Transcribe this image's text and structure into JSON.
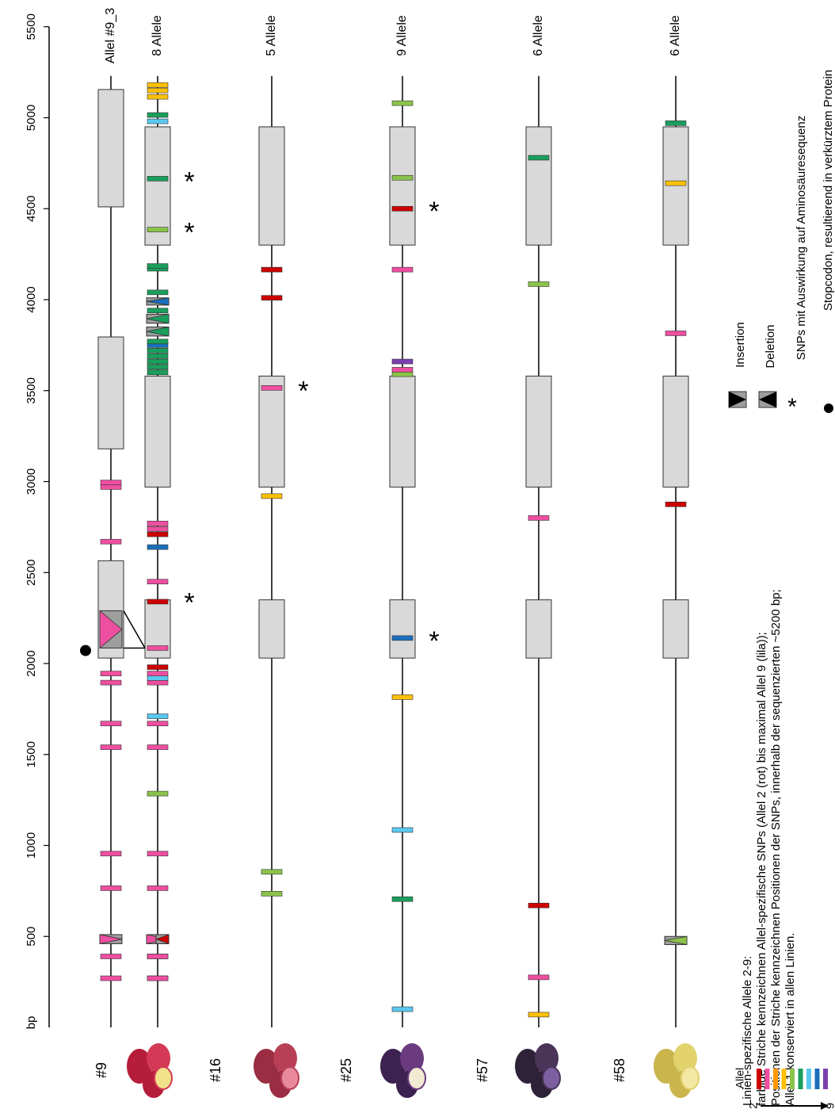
{
  "chart_data": {
    "type": "scatter",
    "ylabel": "bp",
    "y_ticks": [
      500,
      1000,
      1500,
      2000,
      2500,
      3000,
      3500,
      4000,
      4500,
      5000,
      5500
    ],
    "ylim": [
      0,
      5500
    ],
    "tracks": [
      {
        "id": "t9_3",
        "label": "Allel #9_3",
        "line_line": "",
        "line_end": 5230,
        "row_label": "",
        "boxes": [
          [
            2030,
            2565
          ],
          [
            3180,
            3795
          ],
          [
            4510,
            5155
          ]
        ],
        "insertions": [
          {
            "start": 2085,
            "end": 2290,
            "color": "#ee4fa0"
          },
          {
            "start": 460,
            "end": 510,
            "color": "#ee4fa0"
          }
        ],
        "deletions": [],
        "stop": [
          2115
        ],
        "snps": [
          {
            "pos": 270,
            "c": "#ee4fa0"
          },
          {
            "pos": 390,
            "c": "#ee4fa0"
          },
          {
            "pos": 765,
            "c": "#ee4fa0"
          },
          {
            "pos": 955,
            "c": "#ee4fa0"
          },
          {
            "pos": 1540,
            "c": "#ee4fa0"
          },
          {
            "pos": 1670,
            "c": "#ee4fa0"
          },
          {
            "pos": 1895,
            "c": "#ee4fa0"
          },
          {
            "pos": 1945,
            "c": "#ee4fa0"
          },
          {
            "pos": 2670,
            "c": "#ee4fa0"
          },
          {
            "pos": 2970,
            "c": "#ee4fa0"
          },
          {
            "pos": 2995,
            "c": "#ee4fa0"
          }
        ],
        "stars": []
      },
      {
        "id": "t9",
        "label": "8 Allele",
        "line_end": 5230,
        "row_label": "#9",
        "boxes": [
          [
            2030,
            2350
          ],
          [
            2970,
            3580
          ],
          [
            4300,
            4950
          ]
        ],
        "insertions": [
          {
            "start": 460,
            "end": 510,
            "color": "#ee4fa0"
          }
        ],
        "deletions": [
          {
            "start": 460,
            "end": 510,
            "color": "#cc0000"
          },
          {
            "start": 3970,
            "end": 4010,
            "color": "#1a6fbd"
          },
          {
            "start": 3870,
            "end": 3920,
            "color": "#1a9e5c"
          },
          {
            "start": 3800,
            "end": 3850,
            "color": "#1a9e5c"
          }
        ],
        "stop": [],
        "snps": [
          {
            "pos": 270,
            "c": "#cc0000"
          },
          {
            "pos": 270,
            "c": "#ee4fa0"
          },
          {
            "pos": 390,
            "c": "#cc0000"
          },
          {
            "pos": 390,
            "c": "#ee4fa0"
          },
          {
            "pos": 765,
            "c": "#ee4fa0"
          },
          {
            "pos": 955,
            "c": "#ee4fa0"
          },
          {
            "pos": 1285,
            "c": "#8bc34a"
          },
          {
            "pos": 1540,
            "c": "#ee4fa0"
          },
          {
            "pos": 1670,
            "c": "#ee4fa0"
          },
          {
            "pos": 1710,
            "c": "#5bc8f0"
          },
          {
            "pos": 1895,
            "c": "#ee4fa0"
          },
          {
            "pos": 1920,
            "c": "#5bc8f0"
          },
          {
            "pos": 1945,
            "c": "#ee4fa0"
          },
          {
            "pos": 1980,
            "c": "#cc0000"
          },
          {
            "pos": 2085,
            "c": "#ee4fa0"
          },
          {
            "pos": 2340,
            "c": "#cc0000"
          },
          {
            "pos": 2450,
            "c": "#ee4fa0"
          },
          {
            "pos": 2640,
            "c": "#1a6fbd"
          },
          {
            "pos": 2710,
            "c": "#cc0000"
          },
          {
            "pos": 2740,
            "c": "#ee4fa0"
          },
          {
            "pos": 2770,
            "c": "#ee4fa0"
          },
          {
            "pos": 3600,
            "c": "#1a9e5c"
          },
          {
            "pos": 3630,
            "c": "#1a9e5c"
          },
          {
            "pos": 3660,
            "c": "#1a9e5c"
          },
          {
            "pos": 3690,
            "c": "#1a9e5c"
          },
          {
            "pos": 3720,
            "c": "#1a9e5c"
          },
          {
            "pos": 3750,
            "c": "#1a6fbd"
          },
          {
            "pos": 3770,
            "c": "#1a9e5c"
          },
          {
            "pos": 3940,
            "c": "#1a9e5c"
          },
          {
            "pos": 4040,
            "c": "#1a9e5c"
          },
          {
            "pos": 4170,
            "c": "#1a9e5c"
          },
          {
            "pos": 4185,
            "c": "#1a9e5c"
          },
          {
            "pos": 4385,
            "c": "#8bc34a"
          },
          {
            "pos": 4665,
            "c": "#1a9e5c"
          },
          {
            "pos": 4980,
            "c": "#5bc8f0"
          },
          {
            "pos": 5015,
            "c": "#1a9e5c"
          },
          {
            "pos": 5115,
            "c": "#ffc107"
          },
          {
            "pos": 5150,
            "c": "#ffc107"
          },
          {
            "pos": 5180,
            "c": "#ffc107"
          }
        ],
        "stars": [
          2350,
          4385,
          4665
        ]
      },
      {
        "id": "t16",
        "label": "5 Allele",
        "line_end": 5230,
        "row_label": "#16",
        "boxes": [
          [
            2030,
            2350
          ],
          [
            2970,
            3580
          ],
          [
            4300,
            4950
          ]
        ],
        "insertions": [],
        "deletions": [],
        "stop": [],
        "snps": [
          {
            "pos": 735,
            "c": "#8bc34a"
          },
          {
            "pos": 855,
            "c": "#8bc34a"
          },
          {
            "pos": 2920,
            "c": "#ffc107"
          },
          {
            "pos": 3515,
            "c": "#ee4fa0"
          },
          {
            "pos": 4010,
            "c": "#cc0000"
          },
          {
            "pos": 4165,
            "c": "#cc0000"
          }
        ],
        "stars": [
          3515
        ]
      },
      {
        "id": "t25",
        "label": "9 Allele",
        "line_end": 5230,
        "row_label": "#25",
        "boxes": [
          [
            2030,
            2350
          ],
          [
            2970,
            3580
          ],
          [
            4300,
            4950
          ]
        ],
        "insertions": [],
        "deletions": [],
        "stop": [],
        "snps": [
          {
            "pos": 100,
            "c": "#5bc8f0"
          },
          {
            "pos": 705,
            "c": "#1a9e5c"
          },
          {
            "pos": 1085,
            "c": "#5bc8f0"
          },
          {
            "pos": 1815,
            "c": "#ffc107"
          },
          {
            "pos": 2140,
            "c": "#1a6fbd"
          },
          {
            "pos": 3590,
            "c": "#8bc34a"
          },
          {
            "pos": 3615,
            "c": "#ee4fa0"
          },
          {
            "pos": 3660,
            "c": "#7b3fb0"
          },
          {
            "pos": 4165,
            "c": "#ee4fa0"
          },
          {
            "pos": 4500,
            "c": "#cc0000"
          },
          {
            "pos": 4670,
            "c": "#8bc34a"
          },
          {
            "pos": 5080,
            "c": "#8bc34a"
          }
        ],
        "stars": [
          2140,
          4500
        ]
      },
      {
        "id": "t57",
        "label": "6 Allele",
        "line_end": 5230,
        "row_label": "#57",
        "boxes": [
          [
            2030,
            2350
          ],
          [
            2970,
            3580
          ],
          [
            4300,
            4950
          ]
        ],
        "insertions": [],
        "deletions": [],
        "stop": [],
        "snps": [
          {
            "pos": 70,
            "c": "#ffc107"
          },
          {
            "pos": 275,
            "c": "#ee4fa0"
          },
          {
            "pos": 670,
            "c": "#cc0000"
          },
          {
            "pos": 2800,
            "c": "#ee4fa0"
          },
          {
            "pos": 4085,
            "c": "#8bc34a"
          },
          {
            "pos": 4780,
            "c": "#1a9e5c"
          }
        ],
        "stars": []
      },
      {
        "id": "t58",
        "label": "6 Allele",
        "line_end": 5230,
        "row_label": "#58",
        "boxes": [
          [
            2030,
            2350
          ],
          [
            2970,
            3580
          ],
          [
            4300,
            4950
          ]
        ],
        "insertions": [],
        "deletions": [
          {
            "start": 455,
            "end": 500,
            "color": "#8bc34a"
          }
        ],
        "stop": [],
        "snps": [
          {
            "pos": 2875,
            "c": "#cc0000"
          },
          {
            "pos": 3815,
            "c": "#ee4fa0"
          },
          {
            "pos": 4640,
            "c": "#ffc107"
          },
          {
            "pos": 4970,
            "c": "#1a9e5c"
          }
        ],
        "stars": []
      }
    ],
    "allele_gradient": {
      "label": "Allel",
      "from": "2",
      "to": "9",
      "colors": [
        "#cc0000",
        "#ee4fa0",
        "#ff9800",
        "#ffc107",
        "#8bc34a",
        "#1a9e5c",
        "#5bc8f0",
        "#1a6fbd",
        "#7b3fb0"
      ]
    }
  },
  "legend": {
    "insertion": "Insertion",
    "deletion": "Deletion",
    "star_text": "SNPs mit Auswirkung auf Aminosäuresequenz",
    "stop_text": "Stopcodon, resultierend in verkürztem Protein",
    "note_lines": [
      "Linien-spezifische Allele 2-9:",
      "farbige Striche kennzeichnen Allel-spezifische SNPs (Allel 2 (rot) bis maximal Allel 9 (lila));",
      "Positionen der Striche kennzeichnen Positionen der SNPs, innerhalb der sequenzierten ~5200 bp;",
      "Allel 1 konserviert in allen Linien."
    ]
  },
  "colors": {
    "box_fill": "#d9d9d9",
    "box_border": "#333333",
    "del_fill": "#9e9e9e"
  },
  "tuber_icons": [
    "potato-red",
    "potato-red-pink",
    "potato-purple",
    "potato-dark-purple",
    "potato-yellow"
  ]
}
